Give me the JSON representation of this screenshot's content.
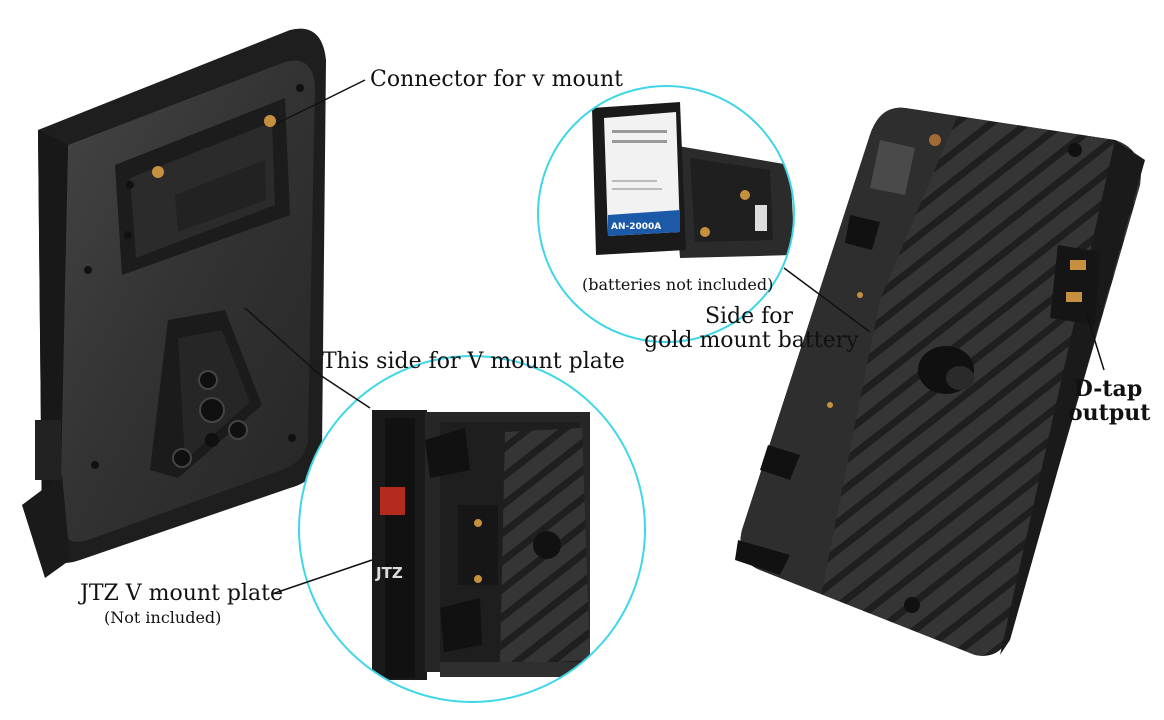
{
  "labels": {
    "connector": "Connector for v mount",
    "v_side": "This side for V mount plate",
    "jtz_title": "JTZ V mount plate",
    "jtz_note": "(Not included)",
    "batteries_note": "(batteries not included)",
    "gold_side_1": "Side for",
    "gold_side_2": "gold mount battery",
    "dtap_1": "D-tap",
    "dtap_2": "output"
  },
  "product_marks": {
    "brand": "JTZ",
    "battery_model": "AN-2000A"
  },
  "colors": {
    "circle_outline": "#3fd6e8",
    "plate_dark": "#2a2a2a",
    "plate_mid": "#3a3a3a",
    "brass": "#c6913e",
    "battery_label": "#1c5aa8",
    "leader_line": "#111111"
  }
}
